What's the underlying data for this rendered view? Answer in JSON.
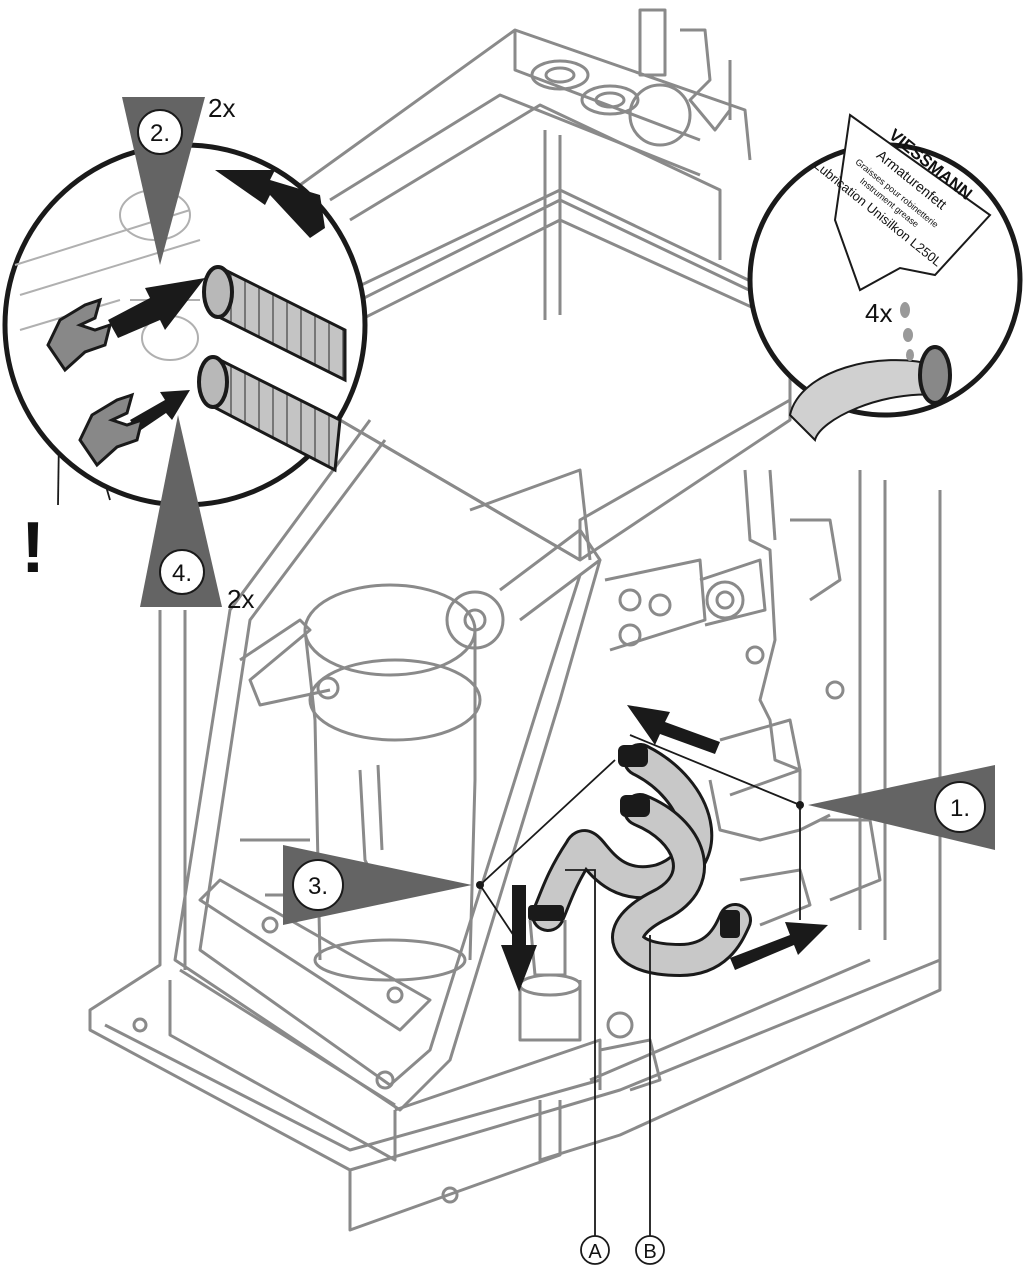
{
  "steps": [
    {
      "number": "1.",
      "multiplier": ""
    },
    {
      "number": "2.",
      "multiplier": "2x"
    },
    {
      "number": "3.",
      "multiplier": ""
    },
    {
      "number": "4.",
      "multiplier": "2x"
    }
  ],
  "grease_drops": "4x",
  "warning_mark": "!",
  "callouts": {
    "a": "A",
    "b": "B"
  },
  "grease_packet": {
    "brand_line1": "VIESSMANN",
    "title": "Armaturenfett",
    "line_fr": "Graisses pour robinetterie",
    "line_en": "Instrument grease",
    "line_product": "Lubrication Unisilkon L250L"
  },
  "colors": {
    "triangle": "#646464",
    "outline": "#8a8a8a",
    "ink": "#111111",
    "hose": "#c8c8c8"
  }
}
